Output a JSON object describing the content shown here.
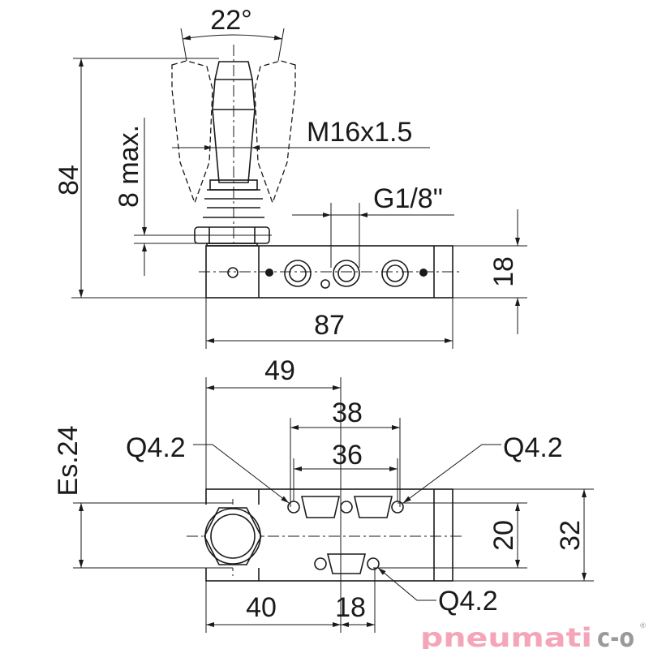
{
  "drawing": {
    "side_view": {
      "angle_label": "22°",
      "thread_label": "M16x1.5",
      "port_label": "G1/8\"",
      "stroke_label": "8 max.",
      "height_label": "84",
      "body_height_label": "18",
      "length_label": "87"
    },
    "top_view": {
      "dim_49": "49",
      "dim_38": "38",
      "dim_36": "36",
      "wrench_label": "Es.24",
      "dim_20": "20",
      "dim_32": "32",
      "dim_40": "40",
      "dim_18": "18",
      "hole_label_left": "Q4.2",
      "hole_label_right": "Q4.2",
      "hole_label_bottom": "Q4.2"
    }
  },
  "logo": {
    "text_main": "pneumati",
    "text_suffix": "c-o",
    "registered": "®",
    "color_main": "#f4a6b8",
    "color_suffix": "#9a9a9a"
  }
}
